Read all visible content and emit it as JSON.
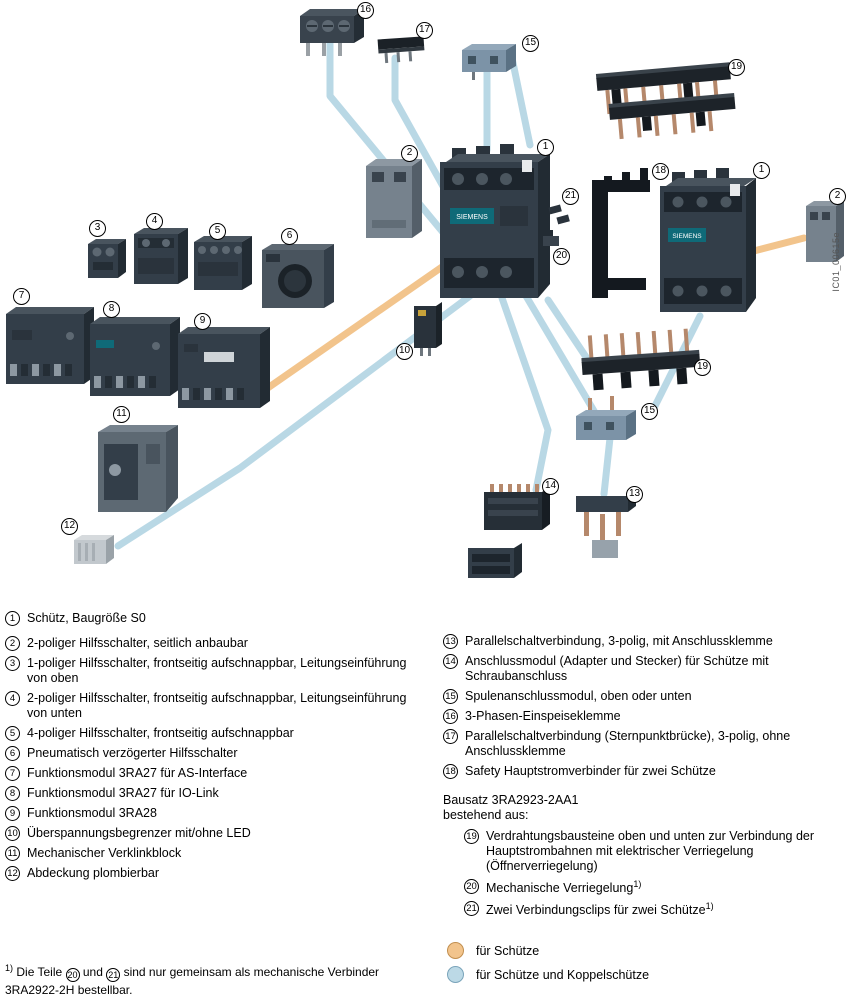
{
  "diagram": {
    "brand": "SIEMENS",
    "watermark": "IC01_00615e",
    "callouts": [
      "16",
      "17",
      "15",
      "19",
      "2",
      "1",
      "21",
      "20",
      "18",
      "1",
      "2",
      "3",
      "4",
      "5",
      "6",
      "7",
      "8",
      "9",
      "10",
      "11",
      "12",
      "19",
      "15",
      "14",
      "13"
    ],
    "line_colors": {
      "for_contactors": "#f2c48c",
      "for_contactors_and_coupling": "#b9d8e5"
    }
  },
  "legend_left": [
    {
      "n": "1",
      "text": "Schütz, Baugröße S0"
    },
    {
      "n": "2",
      "text": "2-poliger Hilfsschalter, seitlich anbaubar"
    },
    {
      "n": "3",
      "text": "1-poliger Hilfsschalter, frontseitig aufschnappbar, Leitungseinführung von oben"
    },
    {
      "n": "4",
      "text": "2-poliger Hilfsschalter, frontseitig aufschnappbar, Leitungseinführung von unten"
    },
    {
      "n": "5",
      "text": "4-poliger Hilfsschalter, frontseitig aufschnappbar"
    },
    {
      "n": "6",
      "text": "Pneumatisch verzögerter Hilfsschalter"
    },
    {
      "n": "7",
      "text": "Funktionsmodul 3RA27 für AS-Interface"
    },
    {
      "n": "8",
      "text": "Funktionsmodul 3RA27 für IO-Link"
    },
    {
      "n": "9",
      "text": "Funktionsmodul 3RA28"
    },
    {
      "n": "10",
      "text": "Überspannungsbegrenzer mit/ohne LED"
    },
    {
      "n": "11",
      "text": "Mechanischer Verklinkblock"
    },
    {
      "n": "12",
      "text": "Abdeckung plombierbar"
    }
  ],
  "legend_right": [
    {
      "n": "13",
      "text": "Parallelschaltverbindung, 3-polig, mit Anschlussklemme"
    },
    {
      "n": "14",
      "text": "Anschlussmodul (Adapter und Stecker) für Schütze mit Schraubanschluss"
    },
    {
      "n": "15",
      "text": "Spulenanschlussmodul, oben oder unten"
    },
    {
      "n": "16",
      "text": "3-Phasen-Einspeiseklemme"
    },
    {
      "n": "17",
      "text": "Parallelschaltverbindung (Sternpunktbrücke), 3-polig, ohne Anschlussklemme"
    },
    {
      "n": "18",
      "text": "Safety Hauptstromverbinder für zwei Schütze"
    }
  ],
  "kit": {
    "title": "Bausatz 3RA2923-2AA1",
    "subtitle": "bestehend aus:",
    "items": [
      {
        "n": "19",
        "text": "Verdrahtungsbausteine oben und unten zur Verbindung der Hauptstrombahnen mit elektrischer Verriegelung (Öffnerverriegelung)"
      },
      {
        "n": "20",
        "text": "Mechanische Verriegelung",
        "sup": "1)"
      },
      {
        "n": "21",
        "text": "Zwei Verbindungsclips für zwei Schütze",
        "sup": "1)"
      }
    ]
  },
  "color_legend": [
    {
      "label": "für Schütze",
      "color": "#f2c48c"
    },
    {
      "label": "für Schütze und Koppelschütze",
      "color": "#bcd9e6"
    }
  ],
  "footnote": {
    "sup": "1)",
    "pre": "Die Teile",
    "n1": "20",
    "conj": "und",
    "n2": "21",
    "post": "sind nur gemeinsam als mechanische Verbinder 3RA2922-2H bestellbar."
  }
}
